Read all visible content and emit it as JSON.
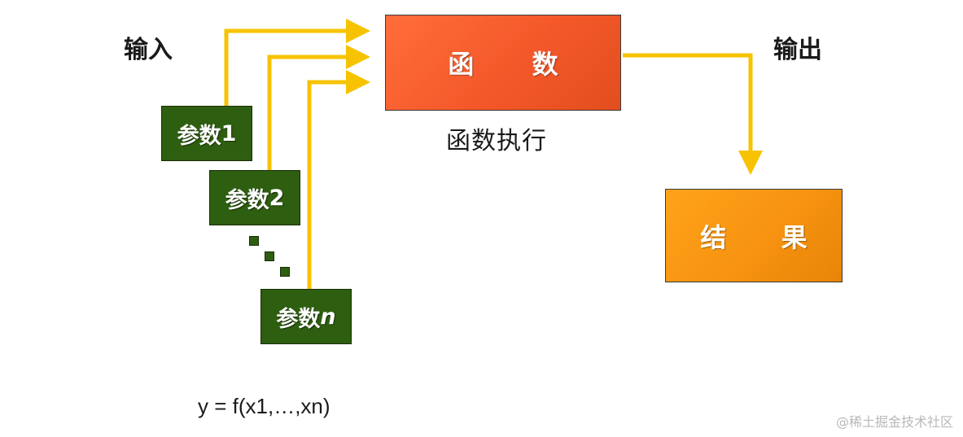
{
  "labels": {
    "input": "输入",
    "output": "输出",
    "function": "函 数",
    "function_exec": "函数执行",
    "result": "结 果",
    "formula": "y = f(x1,…,xn)",
    "watermark": "@稀土掘金技术社区"
  },
  "params": [
    {
      "prefix": "参数",
      "suffix": "1"
    },
    {
      "prefix": "参数",
      "suffix": "2"
    },
    {
      "prefix": "参数",
      "suffix": "n"
    }
  ],
  "colors": {
    "arrow": "#f7c300",
    "function_box": "#f4582a",
    "result_box": "#f79310",
    "param_box": "#2e5e10"
  }
}
